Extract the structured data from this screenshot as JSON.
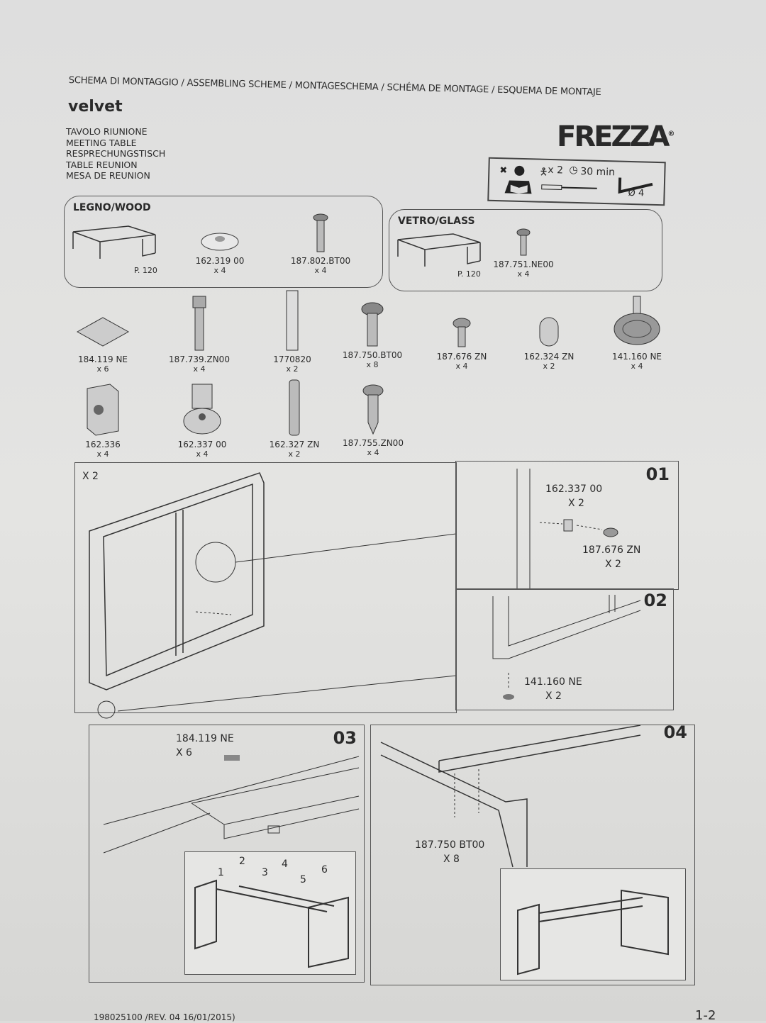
{
  "header": {
    "scheme_title": "SCHEMA DI MONTAGGIO / ASSEMBLING SCHEME / MONTAGESCHEMA / SCHÉMA DE MONTAGE / ESQUEMA DE MONTAJE",
    "product": "velvet",
    "subtitles": [
      "TAVOLO RIUNIONE",
      "MEETING TABLE",
      "RESPRECHUNGSTISCH",
      "TABLE REUNION",
      "MESA DE REUNION"
    ],
    "brand": "FREZZA"
  },
  "tools": {
    "people": "x 2",
    "time": "30 min",
    "hex_key": "Ø 4"
  },
  "groups": [
    {
      "title": "LEGNO/WOOD",
      "table_label": "P. 120",
      "parts": [
        {
          "code": "162.319 00",
          "qty": "x 4"
        },
        {
          "code": "187.802.BT00",
          "qty": "x 4"
        }
      ]
    },
    {
      "title": "VETRO/GLASS",
      "table_label": "P. 120",
      "parts": [
        {
          "code": "187.751.NE00",
          "qty": "x 4"
        }
      ]
    }
  ],
  "parts_row1": [
    {
      "code": "184.119 NE",
      "qty": "x 6"
    },
    {
      "code": "187.739.ZN00",
      "qty": "x 4"
    },
    {
      "code": "1770820",
      "qty": "x 2"
    },
    {
      "code": "187.750.BT00",
      "qty": "x 8"
    },
    {
      "code": "187.676 ZN",
      "qty": "x 4"
    },
    {
      "code": "162.324 ZN",
      "qty": "x 2"
    },
    {
      "code": "141.160 NE",
      "qty": "x 4"
    }
  ],
  "parts_row2": [
    {
      "code": "162.336",
      "qty": "x 4"
    },
    {
      "code": "162.337 00",
      "qty": "x 4"
    },
    {
      "code": "162.327 ZN",
      "qty": "x 2"
    },
    {
      "code": "187.755.ZN00",
      "qty": "x 4"
    }
  ],
  "steps": {
    "overview": {
      "label": "X 2"
    },
    "s01": {
      "num": "01",
      "part1": "162.337 00",
      "qty1": "X 2",
      "part2": "187.676 ZN",
      "qty2": "X 2"
    },
    "s02": {
      "num": "02",
      "part": "141.160 NE",
      "qty": "X 2"
    },
    "s03": {
      "num": "03",
      "part": "184.119 NE",
      "qty": "X 6",
      "sequence": [
        "1",
        "2",
        "3",
        "4",
        "5",
        "6"
      ]
    },
    "s04": {
      "num": "04",
      "part": "187.750 BT00",
      "qty": "X 8"
    }
  },
  "footer": {
    "doc_code": "198025100 /REV. 04 16/01/2015)",
    "page": "1-2"
  }
}
